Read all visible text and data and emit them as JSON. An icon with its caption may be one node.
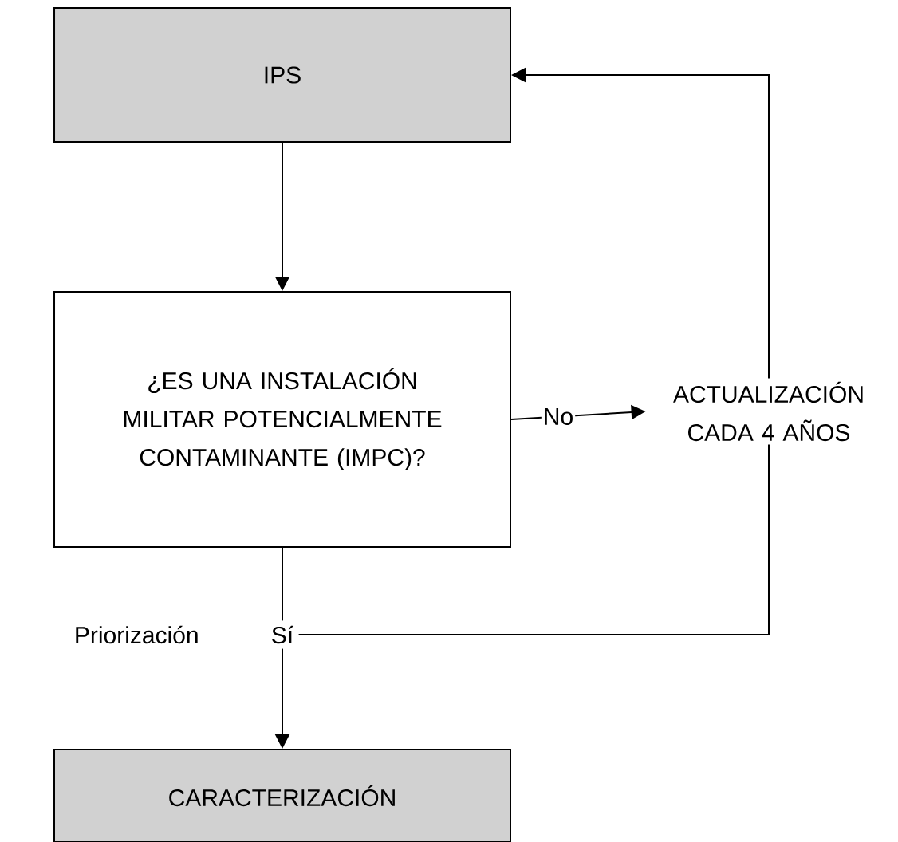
{
  "diagram": {
    "nodes": [
      {
        "text": [
          "IPS"
        ]
      },
      {
        "text": [
          "¿ES UNA INSTALACIÓN MILITAR POTENCIALMENTE CONTAMINANTE (IMPC)?"
        ]
      },
      {
        "text": [
          "ACTUALIZACIÓN CADA 4 AÑOS"
        ]
      },
      {
        "text": [
          "Sí"
        ]
      },
      {
        "text": [
          "CARACTERIZACIÓN"
        ]
      }
    ],
    "edges": [
      {
        "from": 0,
        "to": 1,
        "arrow": "to"
      },
      {
        "from": 1,
        "to": 2,
        "arrow": "to",
        "label": "No"
      },
      {
        "from": 1,
        "to": 3,
        "arrow": "none"
      },
      {
        "from": 3,
        "to": 4,
        "arrow": "to"
      },
      {
        "from": 3,
        "to": 2,
        "arrow": "none"
      },
      {
        "from": 2,
        "to": 0,
        "arrow": "to"
      }
    ],
    "labels": [
      "Priorización"
    ]
  }
}
